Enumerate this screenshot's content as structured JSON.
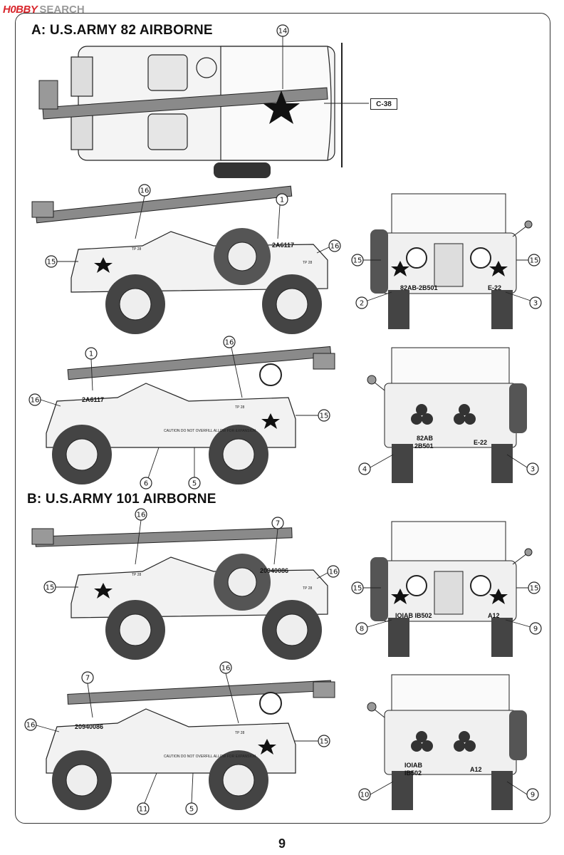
{
  "watermark": {
    "logo": "H0BBY",
    "text": "SEARCH"
  },
  "sections": [
    {
      "title": "A: U.S.ARMY 82 AIRBORNE"
    },
    {
      "title": "B: U.S.ARMY 101 AIRBORNE"
    }
  ],
  "page_number": "9",
  "reference_label": "C-38",
  "views": [
    {
      "view": "top",
      "callouts": [
        "14"
      ]
    },
    {
      "view": "left-side",
      "markings": [
        "2A6117",
        "TP 28",
        "TP 28"
      ],
      "callouts": [
        "16",
        "1",
        "16",
        "15"
      ]
    },
    {
      "view": "front",
      "markings": [
        "82AB-2B501",
        "E-22"
      ],
      "callouts": [
        "15",
        "15",
        "2",
        "3"
      ]
    },
    {
      "view": "right-side",
      "markings": [
        "2A6117",
        "TP 28",
        "CAUTION DO NOT OVERFILL ALLOW FOR EXPANSION"
      ],
      "callouts": [
        "1",
        "16",
        "16",
        "15",
        "6",
        "5"
      ]
    },
    {
      "view": "rear",
      "markings": [
        "82AB",
        "2B501",
        "E-22"
      ],
      "callouts": [
        "4",
        "3"
      ]
    },
    {
      "view": "left-side",
      "markings": [
        "20940086",
        "TP 28",
        "TP 28"
      ],
      "callouts": [
        "16",
        "7",
        "16",
        "15"
      ]
    },
    {
      "view": "front",
      "markings": [
        "IOIAB IB502",
        "A12"
      ],
      "callouts": [
        "15",
        "15",
        "8",
        "9"
      ]
    },
    {
      "view": "right-side",
      "markings": [
        "20940086",
        "TP 28",
        "CAUTION DO NOT OVERFILL ALLOW FOR EXPANSION"
      ],
      "callouts": [
        "7",
        "16",
        "16",
        "15",
        "11",
        "5"
      ]
    },
    {
      "view": "rear",
      "markings": [
        "IOIAB",
        "IB502",
        "A12"
      ],
      "callouts": [
        "10",
        "9"
      ]
    }
  ]
}
